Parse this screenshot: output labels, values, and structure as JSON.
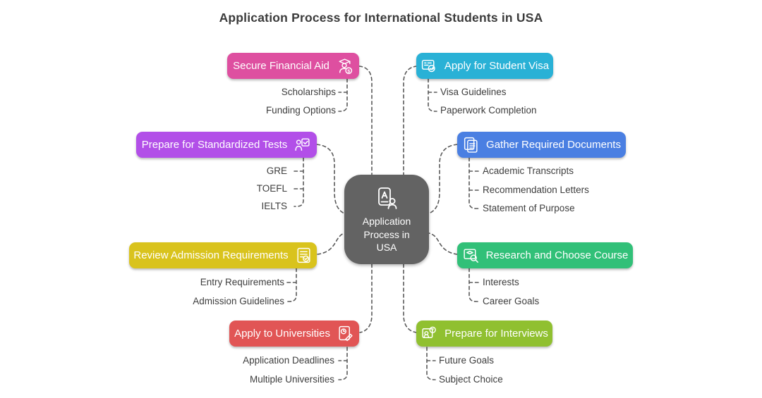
{
  "title": "Application Process for International Students in USA",
  "center": {
    "label": "Application Process in USA",
    "color": "#636363",
    "icon": "application-person-icon"
  },
  "connector_color": "#5a5a5a",
  "text_color": "#3d3d3d",
  "branches": [
    {
      "label": "Secure Financial Aid",
      "color": "#de4fa0",
      "icon": "graduate-dollar-icon",
      "side": "left",
      "items": [
        "Scholarships",
        "Funding Options"
      ]
    },
    {
      "label": "Apply for Student Visa",
      "color": "#29b1d6",
      "icon": "visa-check-icon",
      "side": "right",
      "items": [
        "Visa Guidelines",
        "Paperwork Completion"
      ]
    },
    {
      "label": "Prepare for Standardized Tests",
      "color": "#b24fe8",
      "icon": "test-checkbox-icon",
      "side": "left",
      "items": [
        "GRE",
        "TOEFL",
        "IELTS"
      ]
    },
    {
      "label": "Gather Required Documents",
      "color": "#4a7fe2",
      "icon": "documents-icon",
      "side": "right",
      "items": [
        "Academic Transcripts",
        "Recommendation Letters",
        "Statement of Purpose"
      ]
    },
    {
      "label": "Review Admission Requirements",
      "color": "#d9c31d",
      "icon": "checklist-doc-icon",
      "side": "left",
      "items": [
        "Entry Requirements",
        "Admission Guidelines"
      ]
    },
    {
      "label": "Research and Choose Course",
      "color": "#31c078",
      "icon": "course-search-icon",
      "side": "right",
      "items": [
        "Interests",
        "Career Goals"
      ]
    },
    {
      "label": "Apply to Universities",
      "color": "#e15555",
      "icon": "deadline-doc-icon",
      "side": "left",
      "items": [
        "Application Deadlines",
        "Multiple Universities"
      ]
    },
    {
      "label": "Prepare for Interviews",
      "color": "#90c030",
      "icon": "interview-question-icon",
      "side": "right",
      "items": [
        "Future Goals",
        "Subject Choice"
      ]
    }
  ]
}
